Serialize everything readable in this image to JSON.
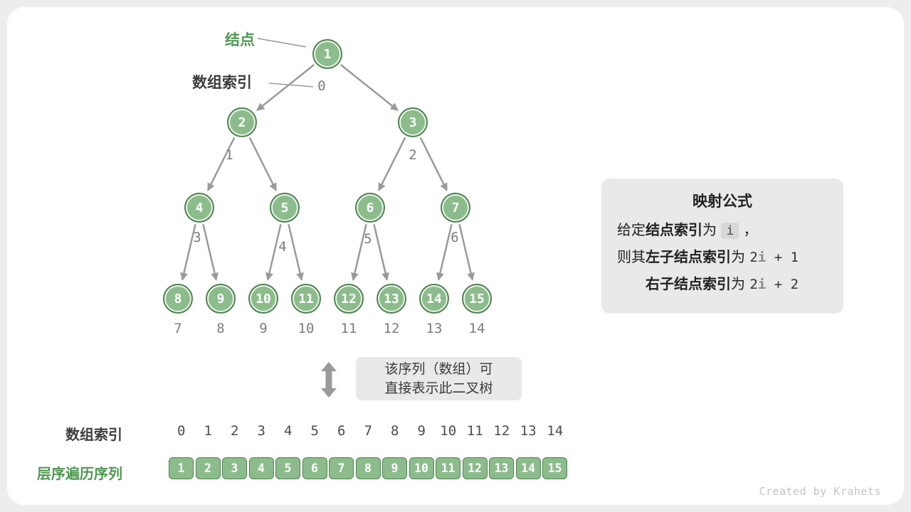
{
  "page": {
    "watermark": "Created by Krahets"
  },
  "annotations": {
    "node_label": "结点",
    "array_index_label": "数组索引"
  },
  "tree": {
    "values": [
      1,
      2,
      3,
      4,
      5,
      6,
      7,
      8,
      9,
      10,
      11,
      12,
      13,
      14,
      15
    ],
    "indices": [
      0,
      1,
      2,
      3,
      4,
      5,
      6,
      7,
      8,
      9,
      10,
      11,
      12,
      13,
      14
    ]
  },
  "formula": {
    "title": "映射公式",
    "lines": [
      {
        "indent": false,
        "segments": [
          {
            "t": "给定"
          },
          {
            "t": "结点索引",
            "style": "bold"
          },
          {
            "t": "为 "
          },
          {
            "t": "i",
            "style": "code"
          },
          {
            "t": " ，"
          }
        ]
      },
      {
        "indent": false,
        "segments": [
          {
            "t": "则其"
          },
          {
            "t": "左子结点索引",
            "style": "bold"
          },
          {
            "t": "为 "
          },
          {
            "t": "2",
            "style": "mono"
          },
          {
            "t": "i",
            "style": "monoi"
          },
          {
            "t": " + 1",
            "style": "mono"
          }
        ]
      },
      {
        "indent": true,
        "segments": [
          {
            "t": "右子结点索引",
            "style": "bold"
          },
          {
            "t": "为 "
          },
          {
            "t": "2",
            "style": "mono"
          },
          {
            "t": "i",
            "style": "monoi"
          },
          {
            "t": " + 2",
            "style": "mono"
          }
        ]
      }
    ]
  },
  "note": {
    "line1": "该序列（数组）可",
    "line2": "直接表示此二叉树"
  },
  "bottom": {
    "index_label": "数组索引",
    "sequence_label": "层序遍历序列",
    "indices": [
      "0",
      "1",
      "2",
      "3",
      "4",
      "5",
      "6",
      "7",
      "8",
      "9",
      "10",
      "11",
      "12",
      "13",
      "14"
    ],
    "values": [
      "1",
      "2",
      "3",
      "4",
      "5",
      "6",
      "7",
      "8",
      "9",
      "10",
      "11",
      "12",
      "13",
      "14",
      "15"
    ]
  },
  "colors": {
    "accent_green": "#4f9751",
    "node_fill": "#8cbc8c",
    "node_border": "#4f8351",
    "arrow_gray": "#9a9a9a",
    "box_bg": "#e9e9e9"
  }
}
